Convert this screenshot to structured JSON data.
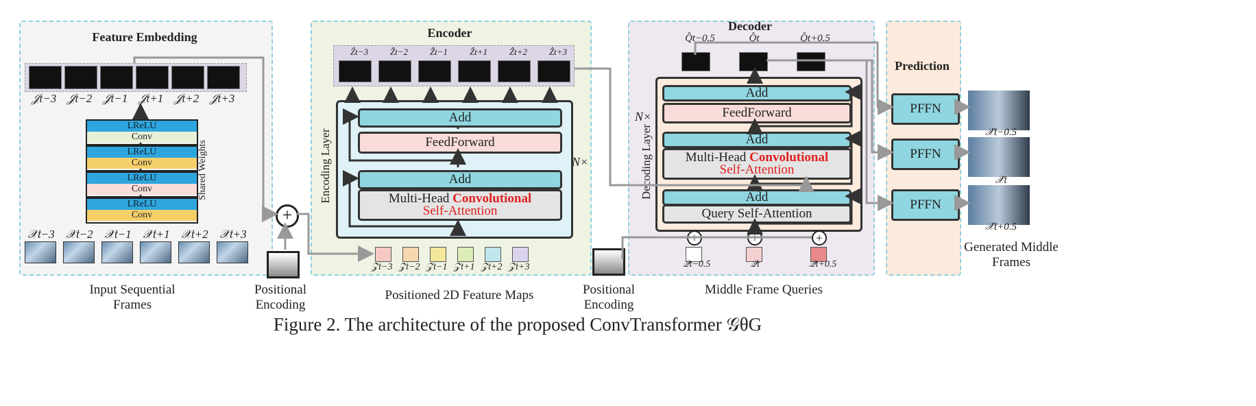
{
  "panels": {
    "feature_embedding": "Feature Embedding",
    "encoder": "Encoder",
    "decoder": "Decoder",
    "prediction": "Prediction"
  },
  "feature_embedding": {
    "layers": [
      {
        "top": "LReLU",
        "bottom": "Conv"
      },
      {
        "top": "LReLU",
        "bottom": "Conv"
      },
      {
        "top": "LReLU",
        "bottom": "Conv"
      },
      {
        "top": "LReLU",
        "bottom": "Conv"
      }
    ],
    "shared_weights": "Shared Weights",
    "feature_labels": [
      "𝒥t−3",
      "𝒥t−2",
      "𝒥t−1",
      "𝒥t+1",
      "𝒥t+2",
      "𝒥t+3"
    ],
    "input_labels": [
      "𝒳t−3",
      "𝒳t−2",
      "𝒳t−1",
      "𝒳t+1",
      "𝒳t+2",
      "𝒳t+3"
    ]
  },
  "encoder": {
    "layer_label": "Encoding Layer",
    "repeat": "N×",
    "add_top": "Add",
    "feedforward": "FeedForward",
    "add_bottom": "Add",
    "mhca_line1": "Multi-Head",
    "mhca_emph": "Convolutional",
    "mhca_line2": "Self-Attention",
    "output_labels": [
      "Ẑt−3",
      "Ẑt−2",
      "Ẑt−1",
      "Ẑt+1",
      "Ẑt+2",
      "Ẑt+3"
    ],
    "input_labels": [
      "𝒵t−3",
      "𝒵t−2",
      "𝒵t−1",
      "𝒵t+1",
      "𝒵t+2",
      "𝒵t+3"
    ]
  },
  "decoder": {
    "layer_label": "Decoding Layer",
    "repeat": "N×",
    "add1": "Add",
    "feedforward": "FeedForward",
    "add2": "Add",
    "mhca_line1": "Multi-Head",
    "mhca_emph": "Convolutional",
    "mhca_line2": "Self-Attention",
    "add3": "Add",
    "query_attention": "Query Self-Attention",
    "output_labels": [
      "Q̂t−0.5",
      "Q̂t",
      "Q̂t+0.5"
    ],
    "query_labels": [
      "𝒬t−0.5",
      "𝒬t",
      "𝒬t+0.5"
    ]
  },
  "prediction": {
    "pffn": [
      "PFFN",
      "PFFN",
      "PFFN"
    ],
    "output_labels": [
      "𝒳̂t−0.5",
      "𝒳̂t",
      "𝒳̂t+0.5"
    ]
  },
  "captions": {
    "input": "Input Sequential Frames",
    "positional1": "Positional Encoding",
    "feature_maps": "Positioned 2D Feature Maps",
    "positional2": "Positional Encoding",
    "queries": "Middle Frame Queries",
    "generated": "Generated Middle Frames"
  },
  "figure_caption": "Figure 2.  The architecture of the proposed ConvTransformer 𝒢θG",
  "colors": {
    "panel_border": "#8fcfe0",
    "feature_bg": "#f4f4f4",
    "encoder_bg": "#eef3e3",
    "decoder_bg": "#eee9f0",
    "prediction_bg": "#fcebdc",
    "block_cyan": "#8fd6e0",
    "block_pink": "#f9dcda",
    "emphasis_red": "#e02020"
  }
}
